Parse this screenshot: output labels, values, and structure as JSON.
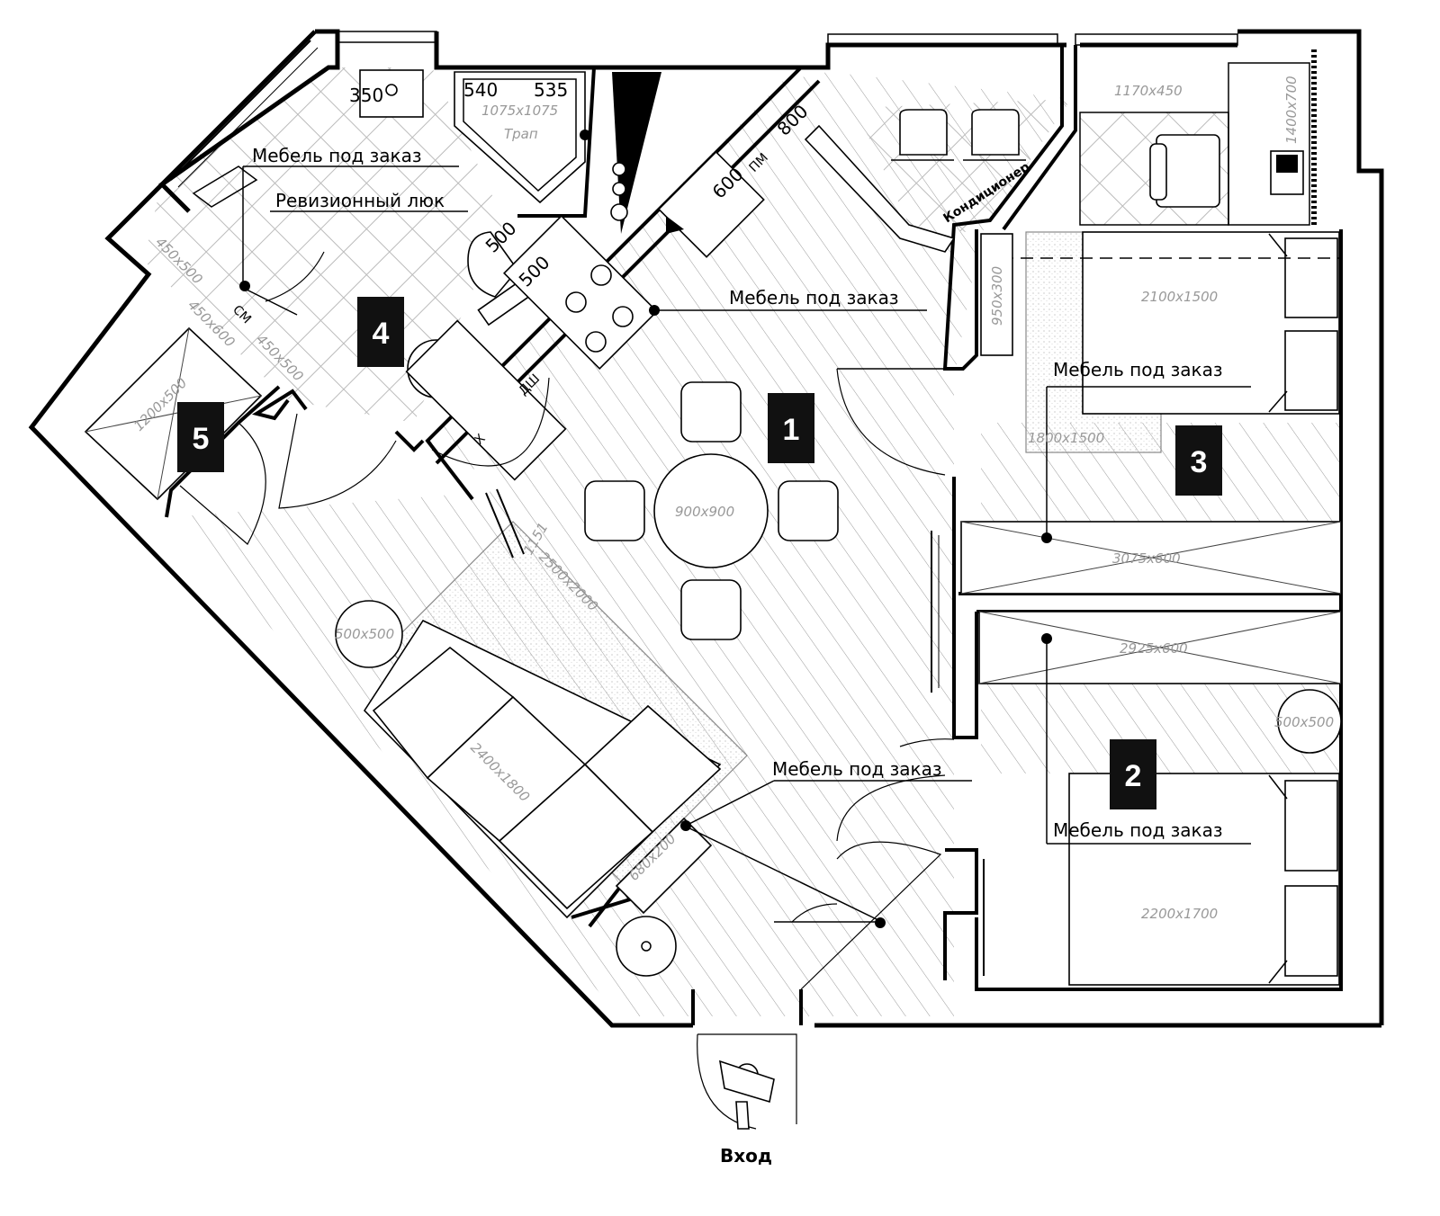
{
  "rooms": {
    "kitchen_living": {
      "number": "1"
    },
    "bedroom_2": {
      "number": "2"
    },
    "bedroom_3": {
      "number": "3"
    },
    "bathroom": {
      "number": "4"
    },
    "storage": {
      "number": "5"
    }
  },
  "notes": {
    "custom_furniture": "Мебель под заказ",
    "revision_hatch": "Ревизионный люк",
    "air_conditioner": "Кондиционер",
    "drain": "Трап",
    "entrance": "Вход",
    "dishwasher": "ДШ",
    "washing_machine": "СМ",
    "microwave": "ПМ",
    "fridge": "Х"
  },
  "dimensions": {
    "dining_table": "900x900",
    "rug_living": "2500x2000",
    "sofa": "2400x1800",
    "armchair": "500x500",
    "shower": "1075x1075",
    "wardrobe_bath_1": "450x500",
    "wardrobe_bath_2": "450x600",
    "wardrobe_bath_3": "450x500",
    "storage_rack": "1200x500",
    "bed_3": "2100x1500",
    "rug_bedroom": "1800x1500",
    "closet_3": "3075x600",
    "desk": "1170x450",
    "shelf_3": "1400x700",
    "wardrobe_3": "950x300",
    "closet_2": "2925x600",
    "armchair_2": "500x500",
    "bed_2": "2200x1700",
    "hall_shelf": "680x200",
    "panel": "1151",
    "sink_dim": "350",
    "shower_w1": "540",
    "shower_w2": "535",
    "toilet_dim1": "500",
    "toilet_dim2": "500",
    "kitchen_dim1": "800",
    "kitchen_dim2": "600"
  }
}
